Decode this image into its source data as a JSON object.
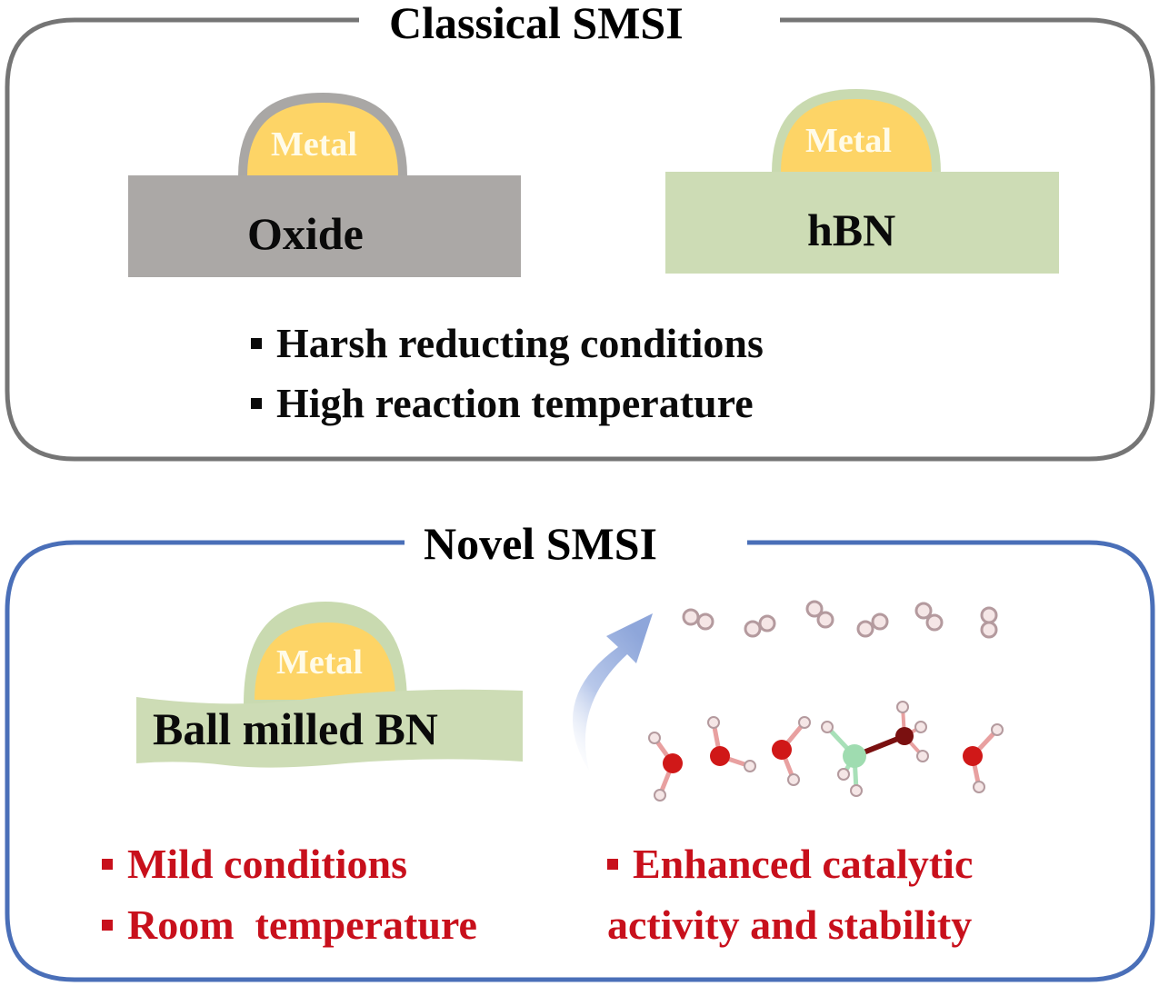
{
  "classical": {
    "title": "Classical SMSI",
    "border_color": "#757575",
    "left_model": {
      "metal_label": "Metal",
      "support_label": "Oxide",
      "support_color": "#aba8a6",
      "shell_color": "#a9a7a5"
    },
    "right_model": {
      "metal_label": "Metal",
      "support_label": "hBN",
      "support_color": "#cddcb5",
      "shell_color": "#c9dab0"
    },
    "bullets": [
      "Harsh reducting conditions",
      "High reaction temperature"
    ]
  },
  "novel": {
    "title": "Novel SMSI",
    "border_color": "#4a6fb8",
    "model": {
      "metal_label": "Metal",
      "support_label": "Ball milled BN",
      "support_color": "#cddcb5"
    },
    "left_bullets": [
      "Mild conditions",
      "Room  temperature"
    ],
    "right_bullet_lines": [
      "Enhanced catalytic",
      "activity and stability"
    ],
    "molecules": {
      "h2_count": 6,
      "water_count": 4,
      "ammonia_borane_count": 1
    }
  },
  "colors": {
    "metal": "#fdd466",
    "highlight_red": "#c8101c",
    "arrow": "#8ea6da",
    "oxygen": "#d01818",
    "boron": "#9fdcb0",
    "nitrogen": "#7a1010",
    "hydrogen": "#f5e6e6"
  }
}
